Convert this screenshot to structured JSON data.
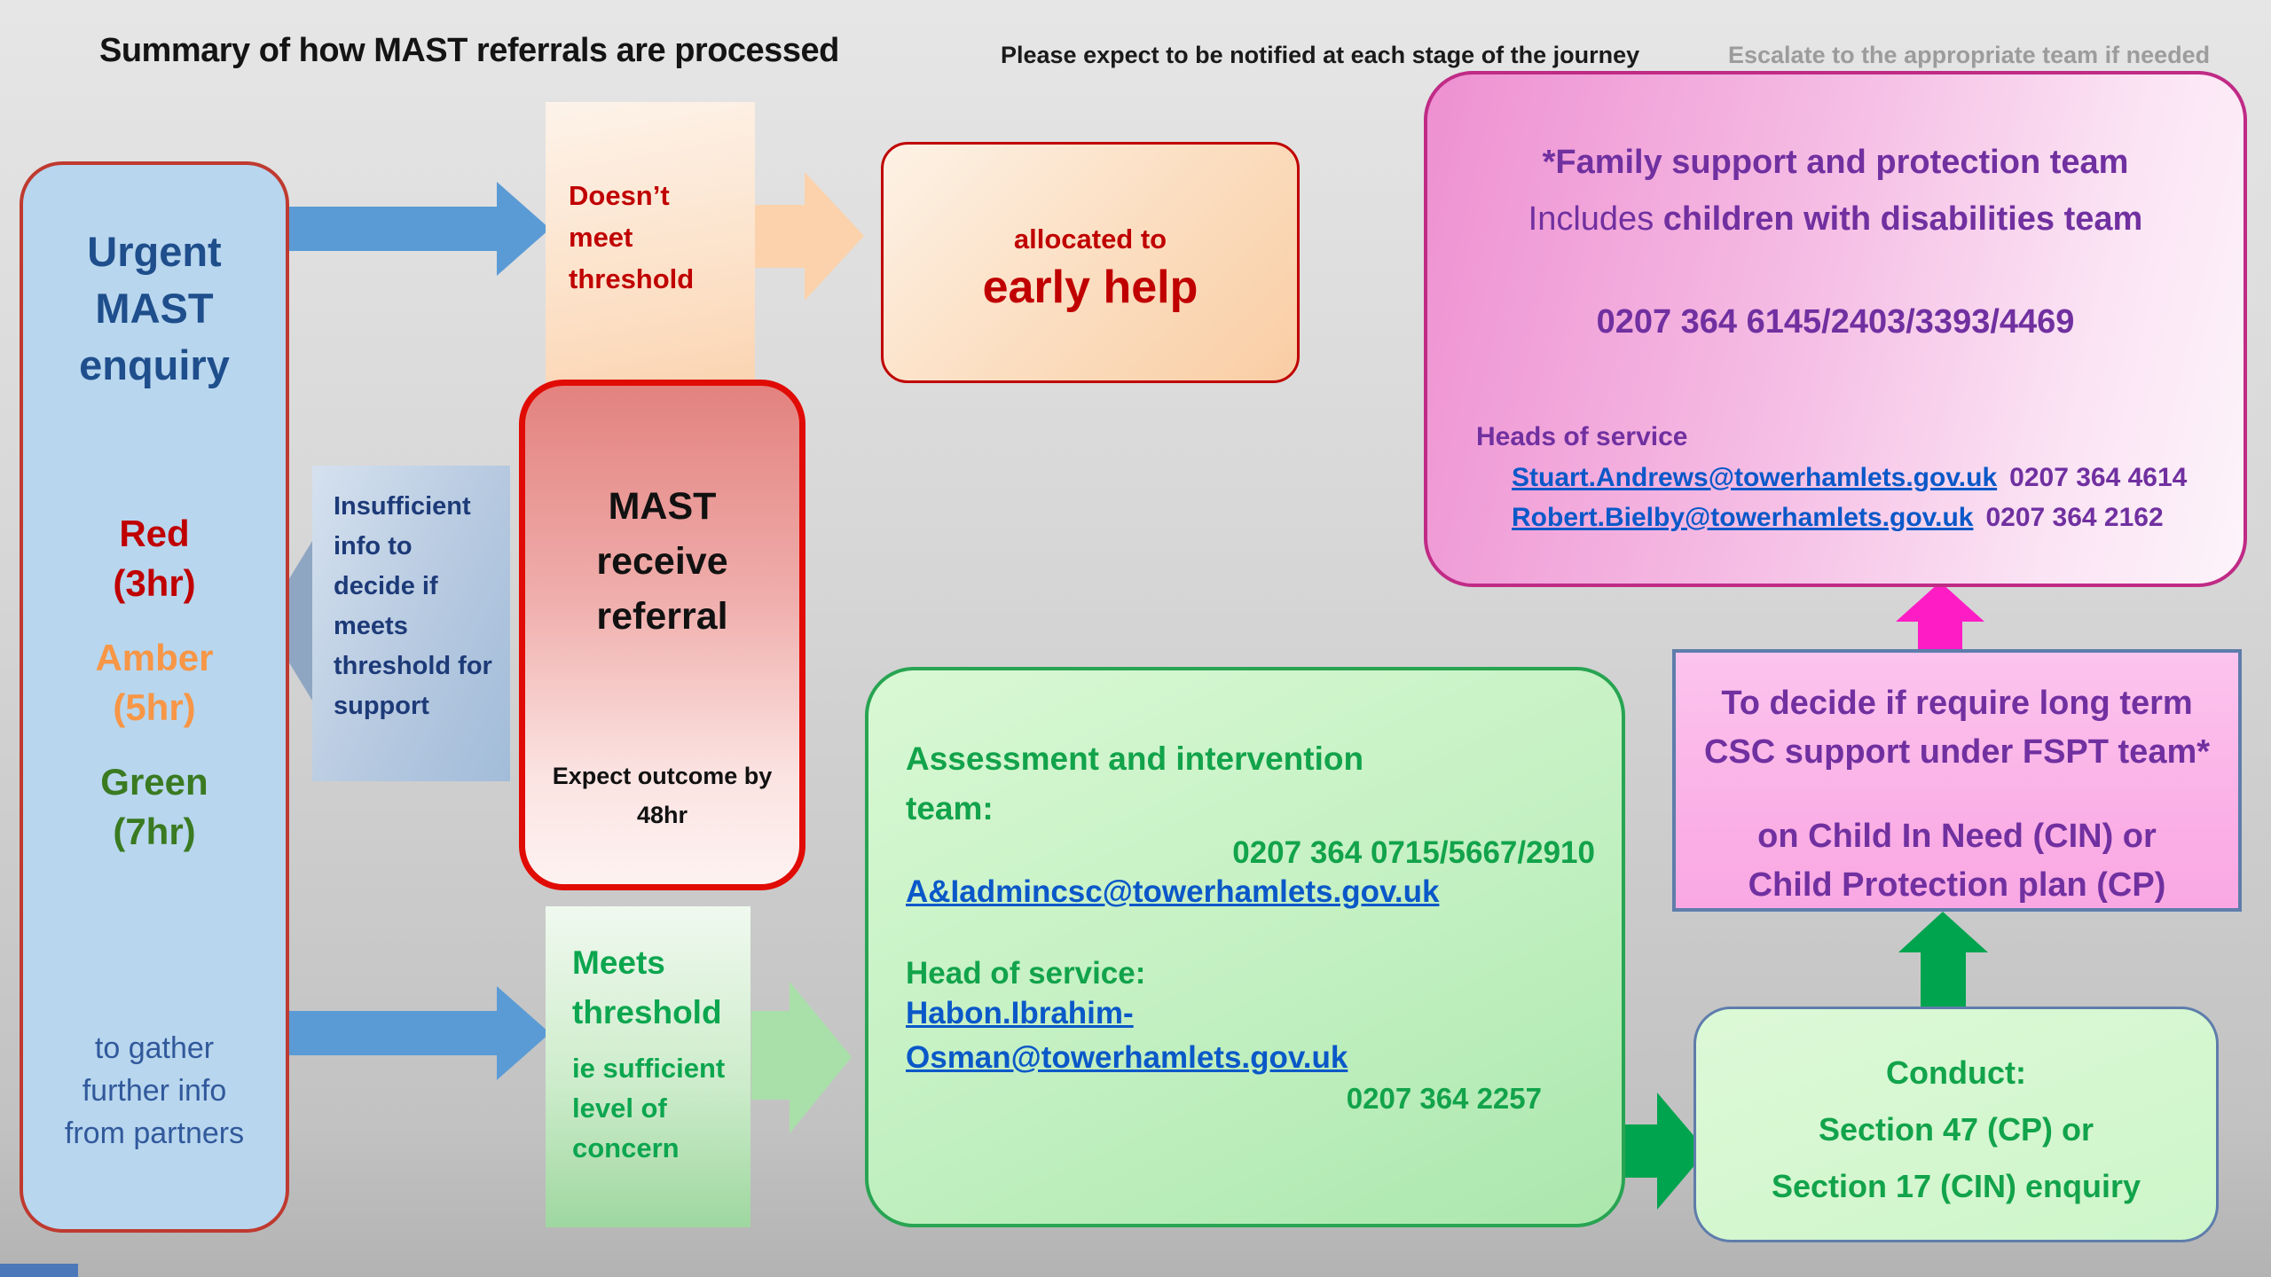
{
  "header": {
    "title": "Summary of how MAST referrals are processed",
    "subtitle": "Please expect to be notified at each stage of the journey",
    "note": "Escalate to the appropriate team if needed"
  },
  "urgent_box": {
    "title": "Urgent MAST enquiry",
    "levels": [
      {
        "label": "Red",
        "time": "(3hr)"
      },
      {
        "label": "Amber",
        "time": "(5hr)"
      },
      {
        "label": "Green",
        "time": "(7hr)"
      }
    ],
    "footer": "to gather further info from partners"
  },
  "doesnt_meet": {
    "text": "Doesn’t meet threshold"
  },
  "early_help": {
    "line1": "allocated to",
    "line2": "early help"
  },
  "mast_box": {
    "title": "MAST receive referral",
    "subtitle": "Expect outcome by 48hr"
  },
  "insufficient": {
    "text": "Insufficient info to decide if meets threshold for support"
  },
  "meets": {
    "title": "Meets threshold",
    "subtitle": "ie sufficient level of concern"
  },
  "assessment": {
    "title": "Assessment and intervention team:",
    "phone": "0207 364 0715/5667/2910",
    "email": "A&Iadmincsc@towerhamlets.gov.uk",
    "head_label": "Head of service:",
    "head_email_line1": "Habon.Ibrahim-",
    "head_email_line2": "Osman@towerhamlets.gov.uk",
    "head_phone": "0207 364 2257"
  },
  "family": {
    "title": "*Family support and protection team",
    "subtitle_prefix": "Includes ",
    "subtitle_bold": "children with disabilities team",
    "phone": "0207 364 6145/2403/3393/4469",
    "heads_label": "Heads of service",
    "heads": [
      {
        "email": "Stuart.Andrews@towerhamlets.gov.uk",
        "phone": "0207 364 4614"
      },
      {
        "email": "Robert.Bielby@towerhamlets.gov.uk",
        "phone": "0207 364 2162"
      }
    ]
  },
  "decide": {
    "line1": "To decide if require long term",
    "line2": "CSC support under FSPT team*",
    "line3": "on Child In Need (CIN) or",
    "line4": "Child Protection plan (CP)"
  },
  "conduct": {
    "line1": "Conduct:",
    "line2": "Section 47 (CP) or",
    "line3": "Section 17 (CIN) enquiry"
  },
  "colors": {
    "accent_blue_arrow": "#5b9bd5",
    "accent_green_arrow": "#00a44f",
    "accent_pink_arrow": "#fe1dc5",
    "red_text": "#c00000",
    "green_text": "#12a34b",
    "purple_text": "#7030a0",
    "link_blue": "#0a58c8"
  }
}
